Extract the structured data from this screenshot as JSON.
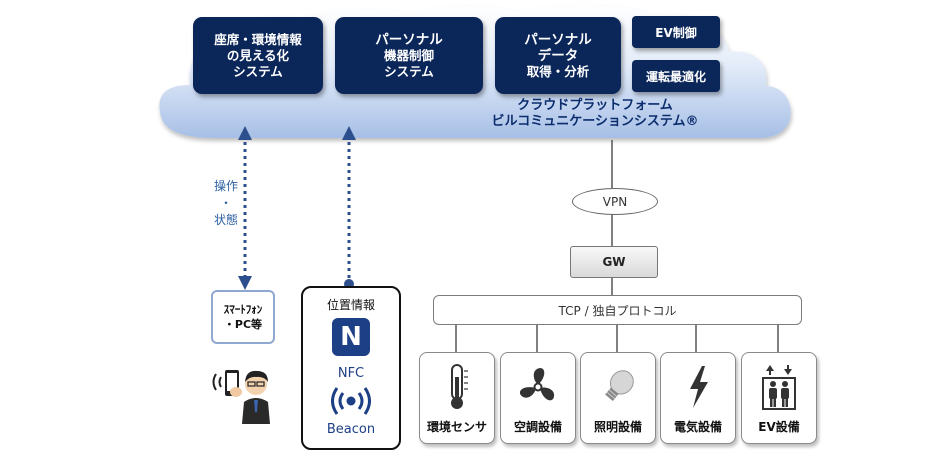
{
  "top_boxes": [
    {
      "lines": [
        "座席・環境情報",
        "の見える化",
        "システム"
      ]
    },
    {
      "lines": [
        "パーソナル",
        "機器制御",
        "システム"
      ]
    },
    {
      "lines": [
        "パーソナル",
        "データ",
        "取得・分析"
      ]
    }
  ],
  "small_boxes": [
    "EV制御",
    "運転最適化"
  ],
  "cloud": {
    "line1": "クラウドプラットフォーム",
    "line2": "ビルコミュニケーションシステム®"
  },
  "link_label": [
    "操作",
    "・",
    "状態"
  ],
  "smartphone_box": [
    "ｽﾏｰﾄﾌｫﾝ",
    "・PC等"
  ],
  "location_panel": {
    "title": "位置情報",
    "nfc_label": "NFC",
    "nfc_logo_letter": "N",
    "beacon_label": "Beacon"
  },
  "vpn_label": "VPN",
  "gw_label": "GW",
  "protocol_bar": "TCP / 独自プロトコル",
  "devices": [
    {
      "label": "環境センサ",
      "icon": "thermometer-icon"
    },
    {
      "label": "空調設備",
      "icon": "fan-icon"
    },
    {
      "label": "照明設備",
      "icon": "light-bulb-icon"
    },
    {
      "label": "電気設備",
      "icon": "lightning-icon"
    },
    {
      "label": "EV設備",
      "icon": "elevator-icon"
    }
  ],
  "colors": {
    "navy": "#0b2659",
    "cloud_blue": "#a9c1e8",
    "link_blue": "#2b5fa0"
  }
}
